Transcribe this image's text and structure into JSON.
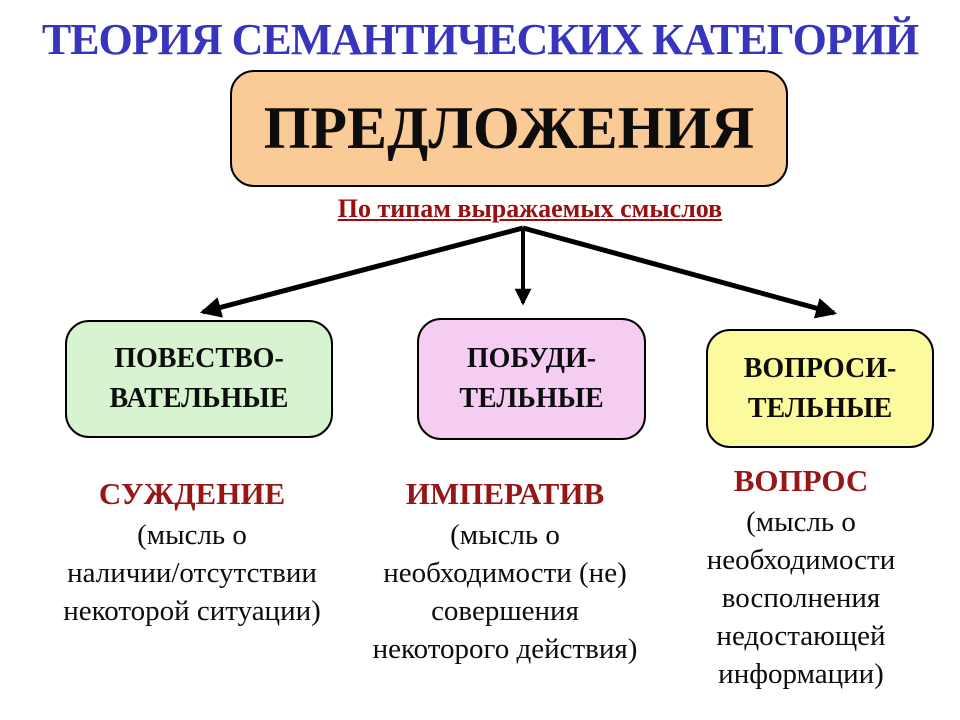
{
  "slide": {
    "title": "ТЕОРИЯ СЕМАНТИЧЕСКИХ КАТЕГОРИЙ",
    "root_box_label": "ПРЕДЛОЖЕНИЯ",
    "branch_label": "По типам выражаемых смыслов"
  },
  "categories": [
    {
      "id": "declarative",
      "box_lines": [
        "ПОВЕСТВО-",
        "ВАТЕЛЬНЫЕ"
      ],
      "box_fill": "#D7F3D0",
      "heading": "СУЖДЕНИЕ",
      "description_lines": [
        "(мысль о",
        "наличии/отсутствии",
        "некоторой ситуации)"
      ]
    },
    {
      "id": "imperative",
      "box_lines": [
        "ПОБУДИ-",
        "ТЕЛЬНЫЕ"
      ],
      "box_fill": "#F5CDF3",
      "heading": "ИМПЕРАТИВ",
      "description_lines": [
        "(мысль о",
        "необходимости (не)",
        "совершения",
        "некоторого действия)"
      ]
    },
    {
      "id": "interrogative",
      "box_lines": [
        "ВОПРОСИ-",
        "ТЕЛЬНЫЕ"
      ],
      "box_fill": "#FBFB9D",
      "heading": "ВОПРОС",
      "description_lines": [
        "(мысль о",
        "необходимости",
        "восполнения",
        "недостающей",
        "информации)"
      ]
    }
  ],
  "colors": {
    "title_blue": "#3734BE",
    "branch_label_red": "#9A1010",
    "heading_red": "#971616",
    "root_box_fill": "#FACB97",
    "arrow_black": "#000000"
  }
}
